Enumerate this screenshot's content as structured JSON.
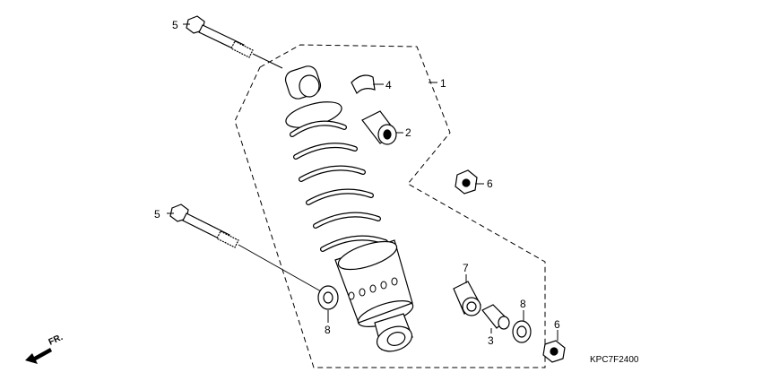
{
  "callouts": [
    {
      "id": "callout-1",
      "text": "1"
    },
    {
      "id": "callout-2",
      "text": "2"
    },
    {
      "id": "callout-3",
      "text": "3"
    },
    {
      "id": "callout-4",
      "text": "4"
    },
    {
      "id": "callout-5-top",
      "text": "5"
    },
    {
      "id": "callout-5-mid",
      "text": "5"
    },
    {
      "id": "callout-6-top",
      "text": "6"
    },
    {
      "id": "callout-6-bottom",
      "text": "6"
    },
    {
      "id": "callout-7",
      "text": "7"
    },
    {
      "id": "callout-8-left",
      "text": "8"
    },
    {
      "id": "callout-8-right",
      "text": "8"
    }
  ],
  "direction_label": "FR.",
  "diagram_code": "KPC7F2400"
}
